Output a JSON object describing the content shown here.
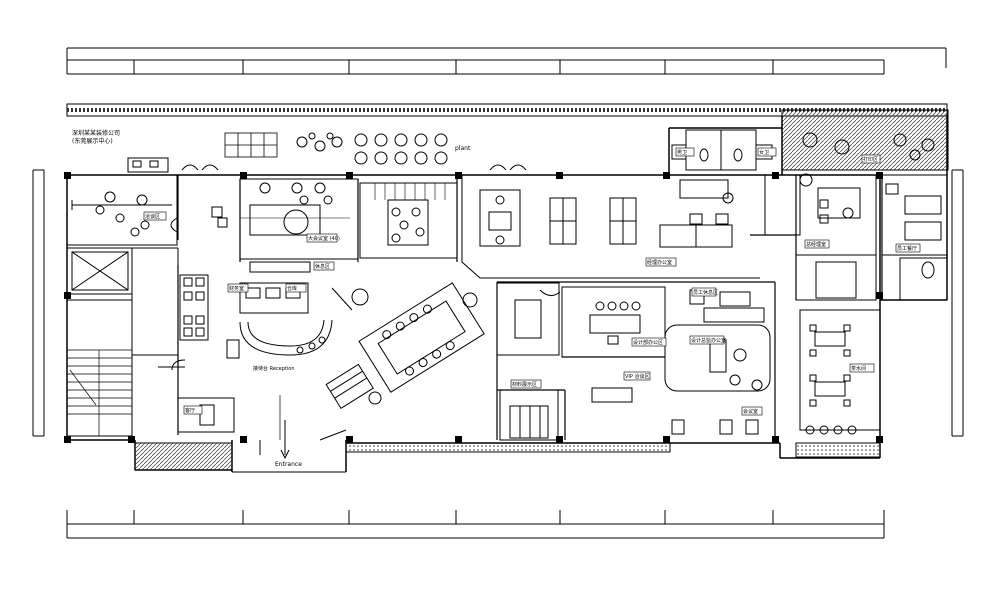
{
  "plan": {
    "site_note": "深圳某某装修公司",
    "site_note_sub": "(东莞展示中心)",
    "plant_label": "plant",
    "entrance_label": "Entrance",
    "reception_label": "接待台 Reception",
    "rooms": [
      {
        "key": "r_lounge_a",
        "text": "洽谈区"
      },
      {
        "key": "r_meeting_big",
        "text": "大会议室 (40)"
      },
      {
        "key": "r_waiting",
        "text": "休息区"
      },
      {
        "key": "r_finance",
        "text": "财务室"
      },
      {
        "key": "r_storage",
        "text": "仓库"
      },
      {
        "key": "r_office_a",
        "text": "经理办公室"
      },
      {
        "key": "r_office_b",
        "text": "设计部办公区"
      },
      {
        "key": "r_office_c",
        "text": "设计总监办公室"
      },
      {
        "key": "r_vip",
        "text": "VIP 洽谈区"
      },
      {
        "key": "r_material",
        "text": "材料展示区"
      },
      {
        "key": "r_meeting_small",
        "text": "会议室"
      },
      {
        "key": "r_pantry",
        "text": "茶水间"
      },
      {
        "key": "r_ceo",
        "text": "总经理室"
      },
      {
        "key": "r_dining",
        "text": "员工餐厅"
      },
      {
        "key": "r_wc_m",
        "text": "男卫"
      },
      {
        "key": "r_wc_f",
        "text": "女卫"
      },
      {
        "key": "r_print",
        "text": "打印区"
      },
      {
        "key": "r_rest",
        "text": "员工休息区"
      },
      {
        "key": "r_guest",
        "text": "客厅"
      }
    ]
  }
}
